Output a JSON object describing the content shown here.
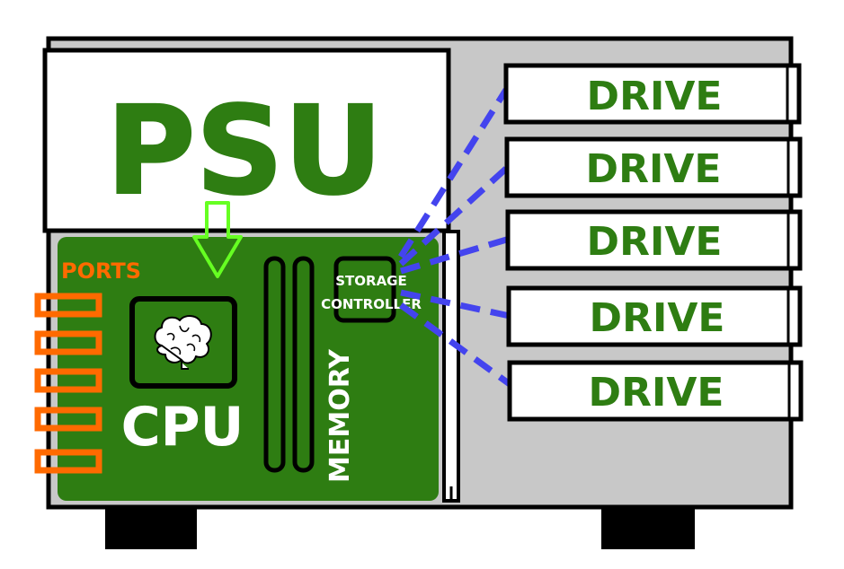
{
  "labels": {
    "psu": "PSU",
    "ports": "PORTS",
    "cpu": "CPU",
    "memory": "MEMORY",
    "storage_controller_line1": "STORAGE",
    "storage_controller_line2": "CONTROLLER",
    "drives": [
      "DRIVE",
      "DRIVE",
      "DRIVE",
      "DRIVE",
      "DRIVE"
    ]
  },
  "colors": {
    "case_body": "#c8c8c8",
    "case_outline": "#000000",
    "motherboard": "#2e7d12",
    "label_green": "#2e7d12",
    "power_arrow": "#66ff22",
    "ports": "#ff6a00",
    "connection_lines": "#4444ee",
    "text_white": "#ffffff"
  },
  "icons": {
    "cpu": "brain-icon"
  }
}
